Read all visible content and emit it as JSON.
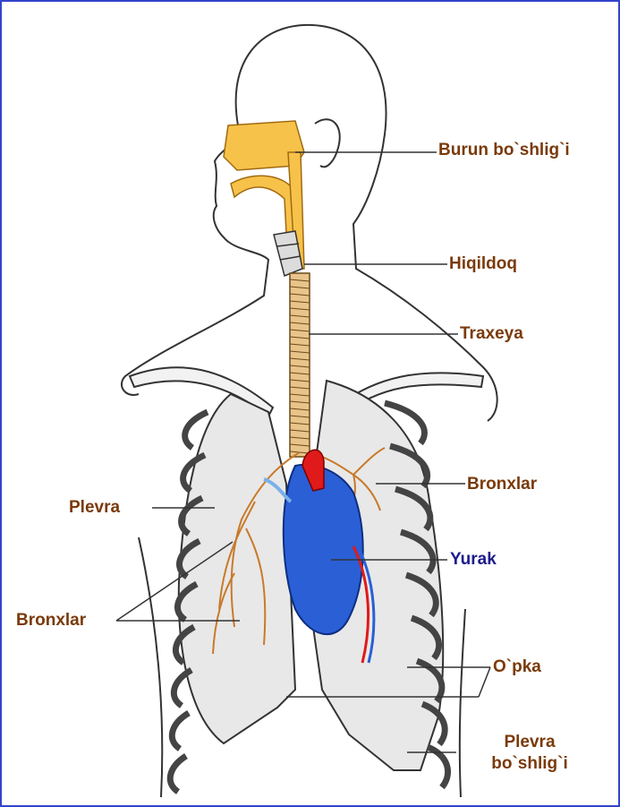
{
  "colors": {
    "frame": "#3344cc",
    "label": "#7a3a0a",
    "label_heart": "#1b1b8f",
    "nasal": "#f7c24a",
    "bronchi": "#c87a2a",
    "heart": "#2a5fd6",
    "artery": "#e01a1a",
    "lung_fill": "#e8e8e8",
    "rib": "#444444"
  },
  "labels": {
    "nasal_cavity": "Burun bo`shlig`i",
    "larynx": "Hiqildoq",
    "trachea": "Traxeya",
    "bronchi_right": "Bronxlar",
    "pleura": "Plevra",
    "heart": "Yurak",
    "bronchi_left": "Bronxlar",
    "lung": "O`pka",
    "pleural_cavity_line1": "Plevra",
    "pleural_cavity_line2": "bo`shlig`i"
  }
}
